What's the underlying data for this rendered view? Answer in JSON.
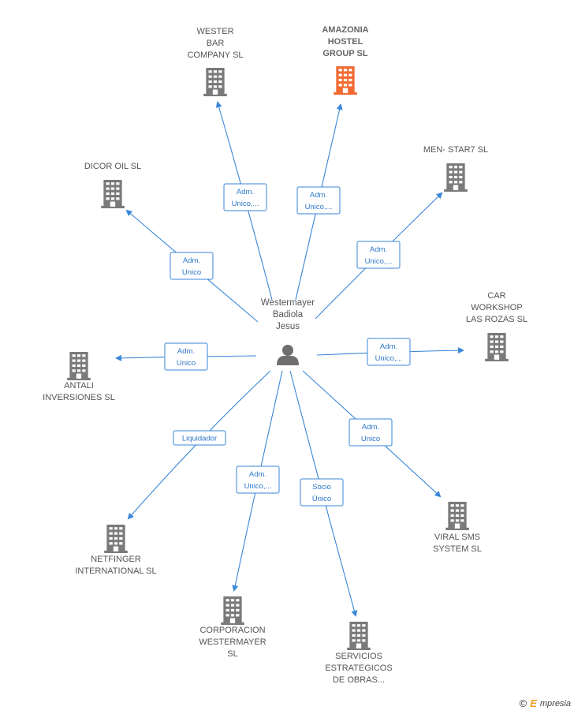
{
  "center": {
    "name_lines": [
      "Westermayer",
      "Badiola",
      "Jesus"
    ],
    "icon": "person-icon"
  },
  "colors": {
    "edge": "#3a86d8",
    "building": "#7a7a7a",
    "highlight": "#f26a30"
  },
  "companies": [
    {
      "id": "wester",
      "lines": [
        "WESTER",
        "BAR",
        "COMPANY  SL"
      ],
      "highlight": false,
      "edge_label": [
        "Adm.",
        "Unico,..."
      ]
    },
    {
      "id": "amazonia",
      "lines": [
        "AMAZONIA",
        "HOSTEL",
        "GROUP  SL"
      ],
      "highlight": true,
      "edge_label": [
        "Adm.",
        "Unico,..."
      ]
    },
    {
      "id": "menstar",
      "lines": [
        "MEN- STAR7 SL"
      ],
      "highlight": false,
      "edge_label": [
        "Adm.",
        "Unico,..."
      ]
    },
    {
      "id": "dicor",
      "lines": [
        "DICOR OIL SL"
      ],
      "highlight": false,
      "edge_label": [
        "Adm.",
        "Unico"
      ]
    },
    {
      "id": "carworkshop",
      "lines": [
        "CAR",
        "WORKSHOP",
        "LAS ROZAS  SL"
      ],
      "highlight": false,
      "edge_label": [
        "Adm.",
        "Unico,..."
      ]
    },
    {
      "id": "antali",
      "lines": [
        "ANTALI",
        "INVERSIONES SL"
      ],
      "highlight": false,
      "edge_label": [
        "Adm.",
        "Unico"
      ]
    },
    {
      "id": "netfinger",
      "lines": [
        "NETFINGER",
        "INTERNATIONAL SL"
      ],
      "highlight": false,
      "edge_label": [
        "Liquidador"
      ]
    },
    {
      "id": "corporacion",
      "lines": [
        "CORPORACION",
        "WESTERMAYER",
        "SL"
      ],
      "highlight": false,
      "edge_label": [
        "Adm.",
        "Unico,..."
      ]
    },
    {
      "id": "servicios",
      "lines": [
        "SERVICIOS",
        "ESTRATEGICOS",
        "DE OBRAS..."
      ],
      "highlight": false,
      "edge_label": [
        "Socio",
        "Único"
      ]
    },
    {
      "id": "viral",
      "lines": [
        "VIRAL SMS",
        "SYSTEM SL"
      ],
      "highlight": false,
      "edge_label": [
        "Adm.",
        "Unico"
      ]
    }
  ],
  "brand": {
    "copyright": "©",
    "initial": "E",
    "rest": "mpresia"
  }
}
